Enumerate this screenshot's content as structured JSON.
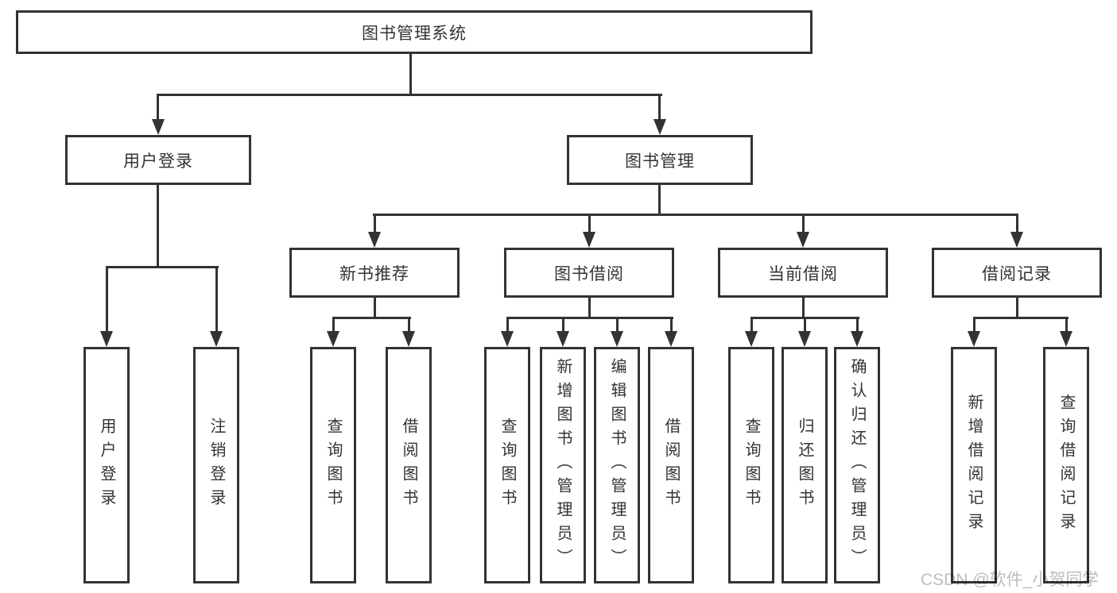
{
  "diagram": {
    "type": "hierarchy-tree",
    "colors": {
      "line": "#333333",
      "box_border": "#333333",
      "box_fill": "#ffffff",
      "text": "#333333",
      "watermark_text": "#bdbdbd",
      "background": "#ffffff"
    },
    "tree": {
      "root": "图书管理系统",
      "children": [
        {
          "label": "用户登录",
          "children": [
            "用户登录",
            "注销登录"
          ]
        },
        {
          "label": "图书管理",
          "children": [
            {
              "label": "新书推荐",
              "children": [
                "查询图书",
                "借阅图书"
              ]
            },
            {
              "label": "图书借阅",
              "children": [
                "查询图书",
                "新增图书（管理员）",
                "编辑图书（管理员）",
                "借阅图书"
              ]
            },
            {
              "label": "当前借阅",
              "children": [
                "查询图书",
                "归还图书",
                "确认归还（管理员）"
              ]
            },
            {
              "label": "借阅记录",
              "children": [
                "新增借阅记录",
                "查询借阅记录"
              ]
            }
          ]
        }
      ]
    },
    "watermark": "CSDN @软件_小贺同学"
  }
}
